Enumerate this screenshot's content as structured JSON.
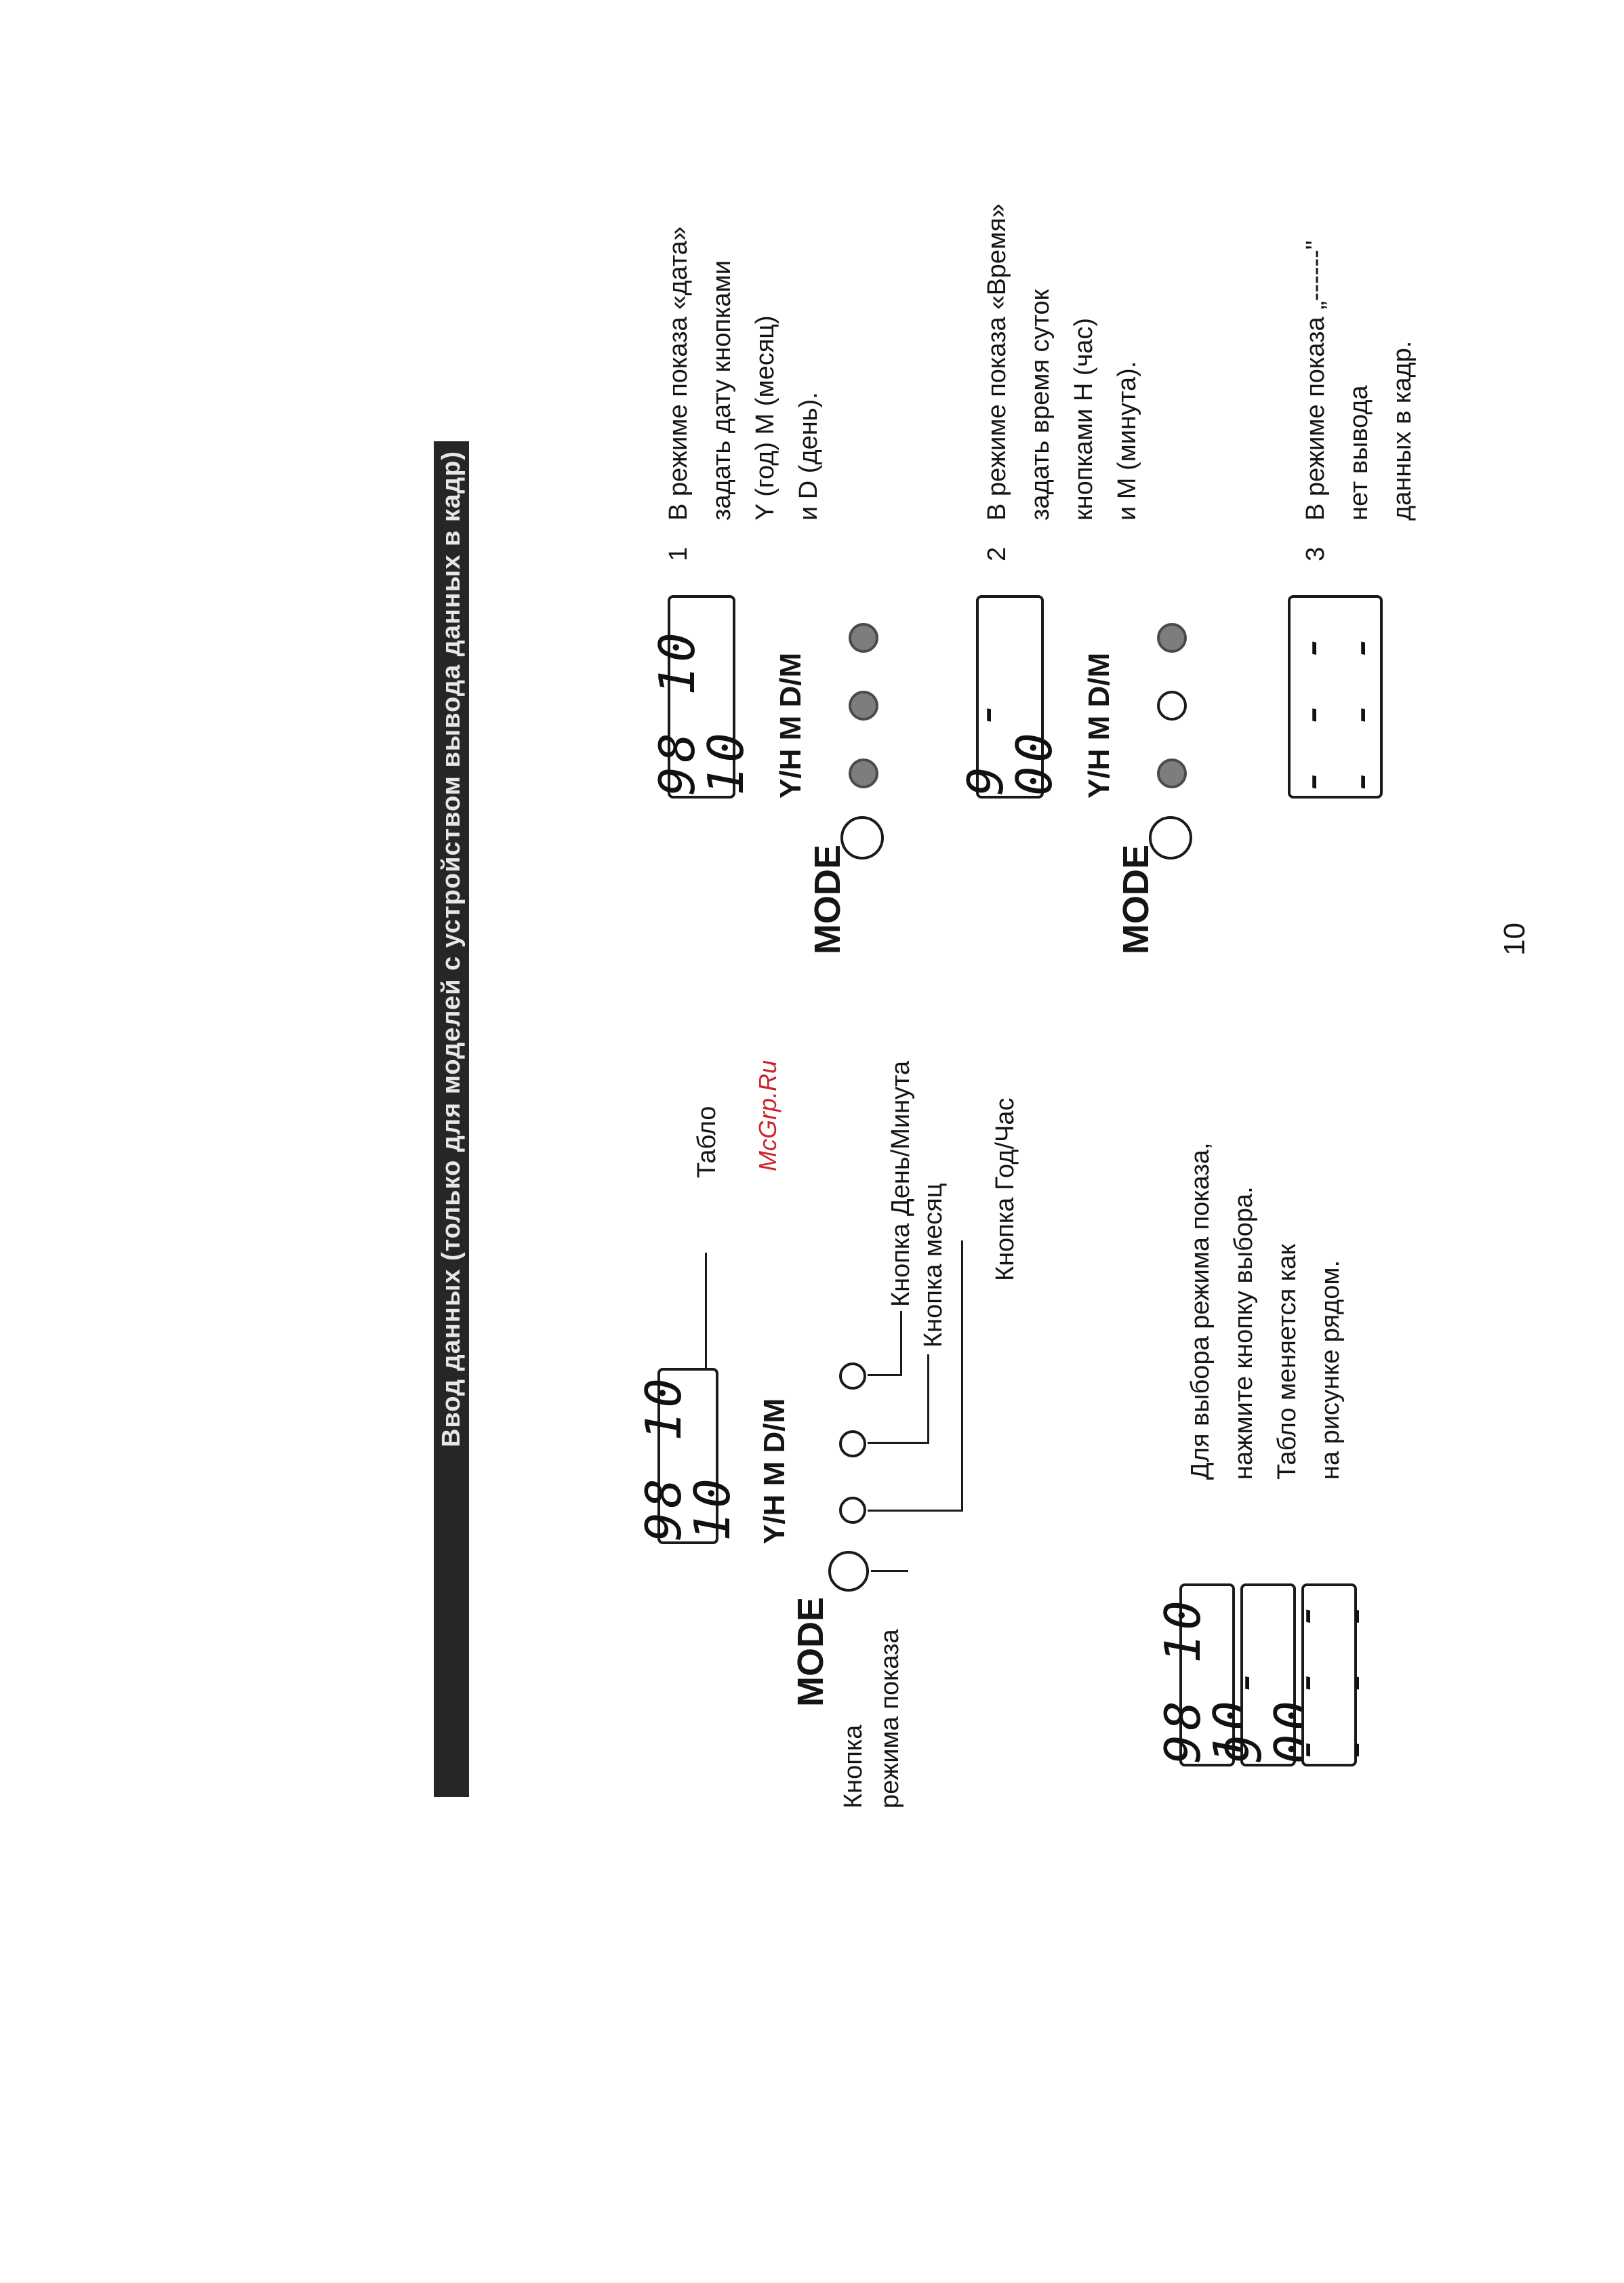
{
  "title": "Ввод данных (только для моделей с устройством вывода данных в кадр)",
  "overview": {
    "display_value": "98 10 10",
    "buttons_row": "Y/H M D/M",
    "mode_label": "MODE",
    "callouts": {
      "display": "Табло",
      "day_minute": "Кнопка День/Минута",
      "month": "Кнопка месяц",
      "year_hour": "Кнопка Год/Час",
      "mode_line1": "Кнопка",
      "mode_line2": "режима показа"
    }
  },
  "mode_cycle": {
    "displays": [
      "98 10 10",
      "9 - 00",
      "- -  - -  - -"
    ],
    "description": [
      "Для выбора режима показа,",
      "нажмите кнопку выбора.",
      "Табло меняется как",
      "на рисунке рядом."
    ]
  },
  "steps": [
    {
      "num": "1",
      "display_value": "98 10 10",
      "buttons_row": "Y/H M D/M",
      "mode_label": "MODE",
      "lines": [
        "В режиме показа «дата»",
        "задать дату кнопками",
        "Y (год) M (месяц)",
        "и D (день)."
      ]
    },
    {
      "num": "2",
      "display_value": "9 - 00",
      "buttons_row": "Y/H M D/M",
      "mode_label": "MODE",
      "lines": [
        "В режиме показа «Время»",
        "задать время суток",
        "кнопками H (час)",
        "и M (минута)."
      ]
    },
    {
      "num": "3",
      "display_value": "- -  - -  - -",
      "lines": [
        "В режиме показа „------\"",
        "нет вывода",
        "данных в кадр."
      ]
    }
  ],
  "watermark": "McGrp.Ru",
  "page_number": "10"
}
